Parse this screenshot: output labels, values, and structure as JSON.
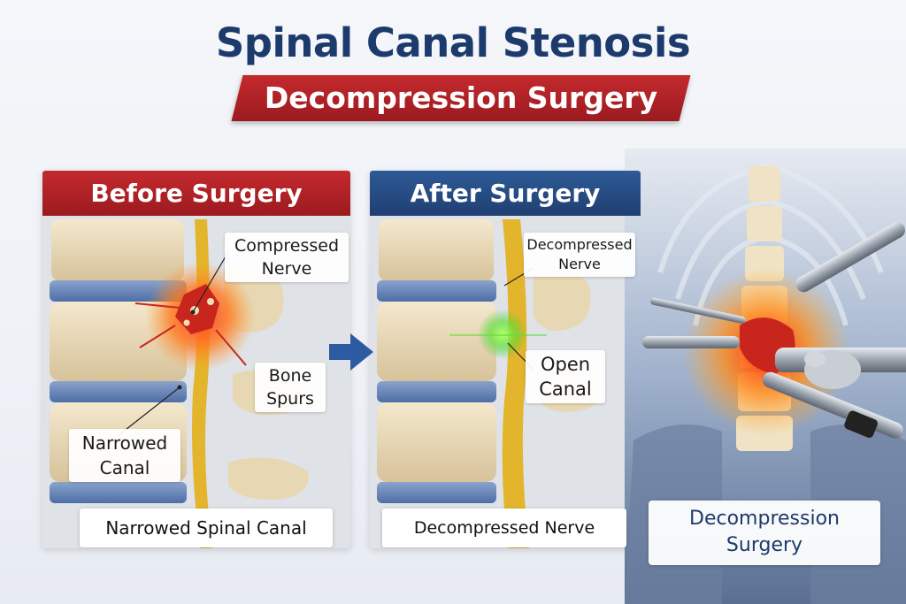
{
  "title": "Spinal Canal Stenosis",
  "subtitle": "Decompression Surgery",
  "before": {
    "header": "Before Surgery",
    "labels": {
      "compressed_nerve_1": "Compressed",
      "compressed_nerve_2": "Nerve",
      "bone_spurs_1": "Bone",
      "bone_spurs_2": "Spurs",
      "narrowed_canal_1": "Narrowed",
      "narrowed_canal_2": "Canal"
    },
    "caption": "Narrowed Spinal Canal"
  },
  "after": {
    "header": "After Surgery",
    "labels": {
      "decompressed_nerve_1": "Decompressed",
      "decompressed_nerve_2": "Nerve",
      "open_canal_1": "Open",
      "open_canal_2": "Canal"
    },
    "caption": "Decompressed Nerve"
  },
  "surgery": {
    "caption_1": "Decompression",
    "caption_2": "Surgery"
  },
  "colors": {
    "title_navy": "#1d3a6c",
    "banner_red": "#b22228",
    "header_blue": "#2a5290",
    "nerve_yellow": "#e3b52c",
    "disc_blue": "#5f7fb5",
    "bone_cream": "#ecdcbd"
  },
  "icons": [
    "arrow-right-icon"
  ]
}
